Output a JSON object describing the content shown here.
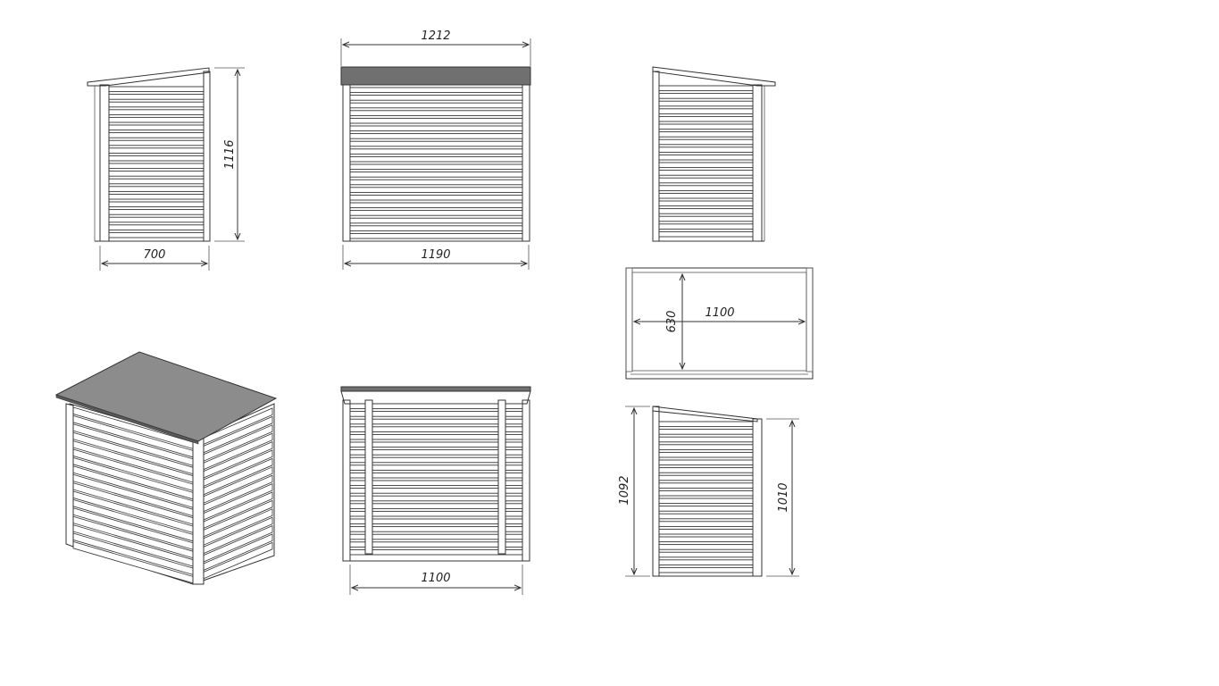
{
  "dimensions": {
    "side_left_depth": "700",
    "side_left_height": "1116",
    "front_top_width": "1212",
    "front_bottom_width": "1190",
    "plan_inner_width": "1100",
    "plan_inner_depth": "630",
    "back_bottom_width": "1100",
    "section_front_height": "1092",
    "section_back_height": "1010"
  },
  "colors": {
    "line": "#333333",
    "roof_dark": "#707070",
    "roof_iso": "#8c8c8c",
    "board_fill": "#ffffff"
  }
}
